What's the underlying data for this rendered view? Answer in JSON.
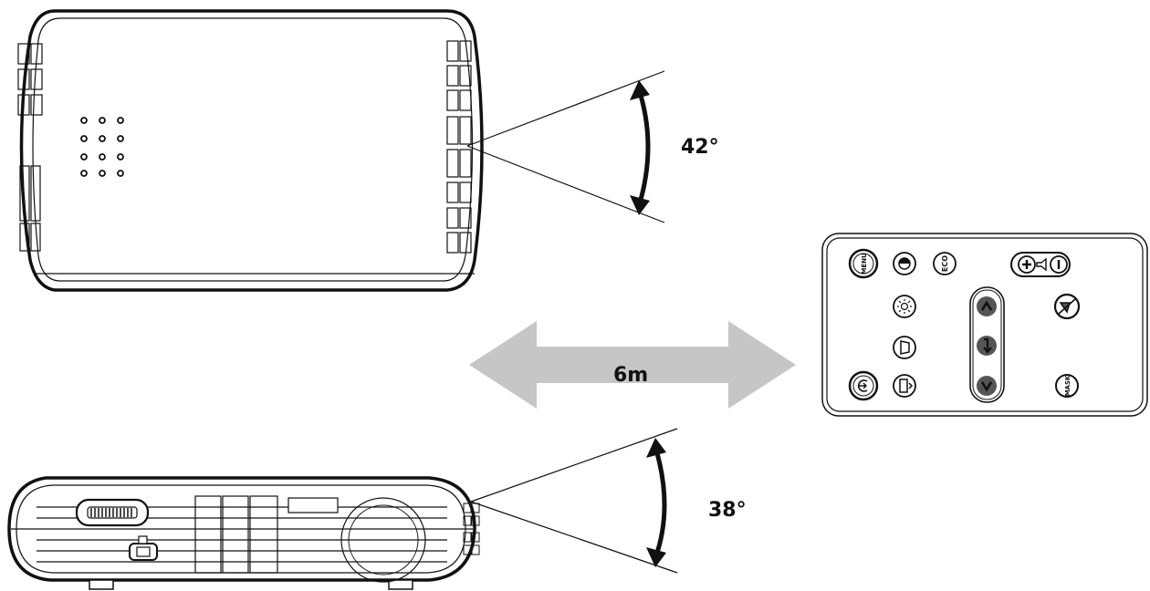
{
  "labels": {
    "horizontal_angle": "42°",
    "vertical_angle": "38°",
    "distance": "6m"
  },
  "remote": {
    "buttons": {
      "menu": "MENU",
      "eco": "ECO",
      "mask": "MASK"
    },
    "icons": [
      "menu-button",
      "contrast-icon",
      "eco-button",
      "volume-rocker",
      "brightness-icon",
      "up-arrow",
      "mute-icon",
      "keystone-icon",
      "enter-arrow",
      "power-icon",
      "aspect-icon",
      "down-arrow",
      "mask-button"
    ]
  },
  "colors": {
    "arrow_fill": "#c6c6c6",
    "ink": "#111111",
    "nav_fill": "#555555"
  }
}
